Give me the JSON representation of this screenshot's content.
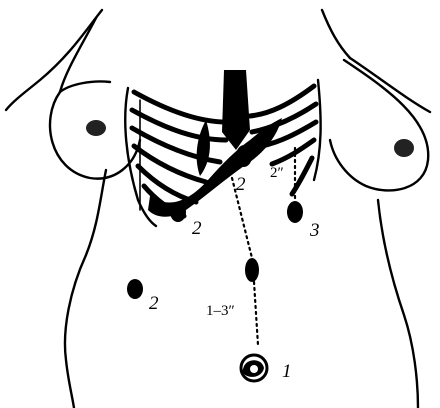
{
  "labels": {
    "umbilical": "1",
    "port_left_upper": "2",
    "port_left_lower": "2",
    "port_subxiphoid": "2",
    "port_right": "3"
  },
  "measurements": {
    "umbilicus_to_port": "1–3″",
    "right_port_offset": "2″"
  }
}
